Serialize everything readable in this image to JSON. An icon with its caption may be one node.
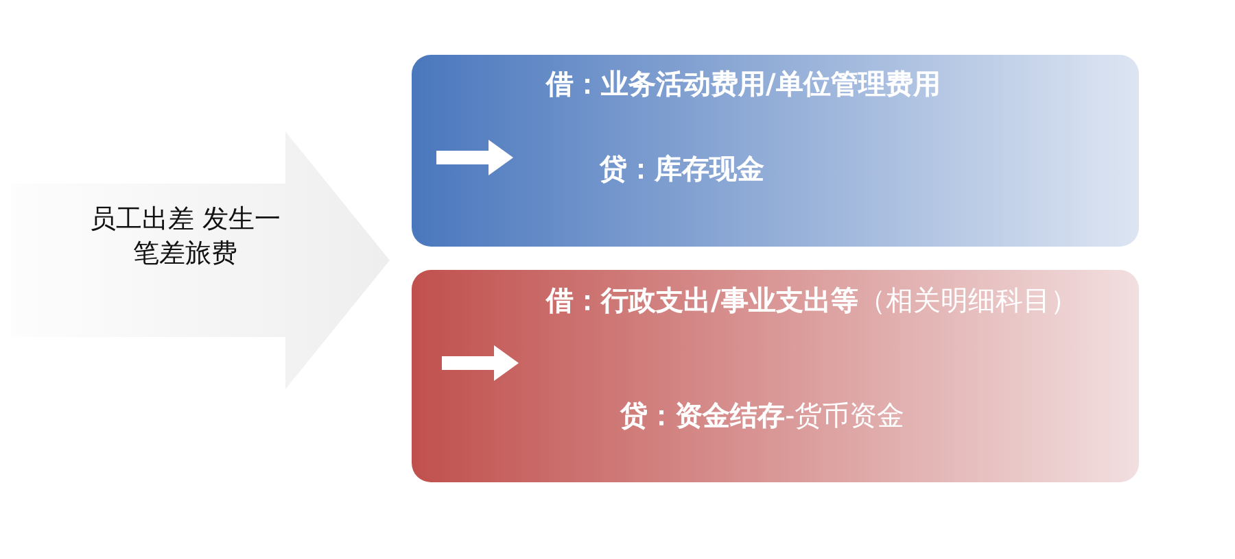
{
  "diagram": {
    "nodes": [
      {
        "text": [
          "员工出差 发生一笔差旅费"
        ]
      },
      {
        "text": [
          "借：业务活动费用/单位管理费用",
          "贷：库存现金"
        ]
      },
      {
        "text": [
          "**借：行政支出/事业支出等**（相关明细科目）",
          "**贷：资金结存**-货币资金"
        ]
      }
    ]
  }
}
